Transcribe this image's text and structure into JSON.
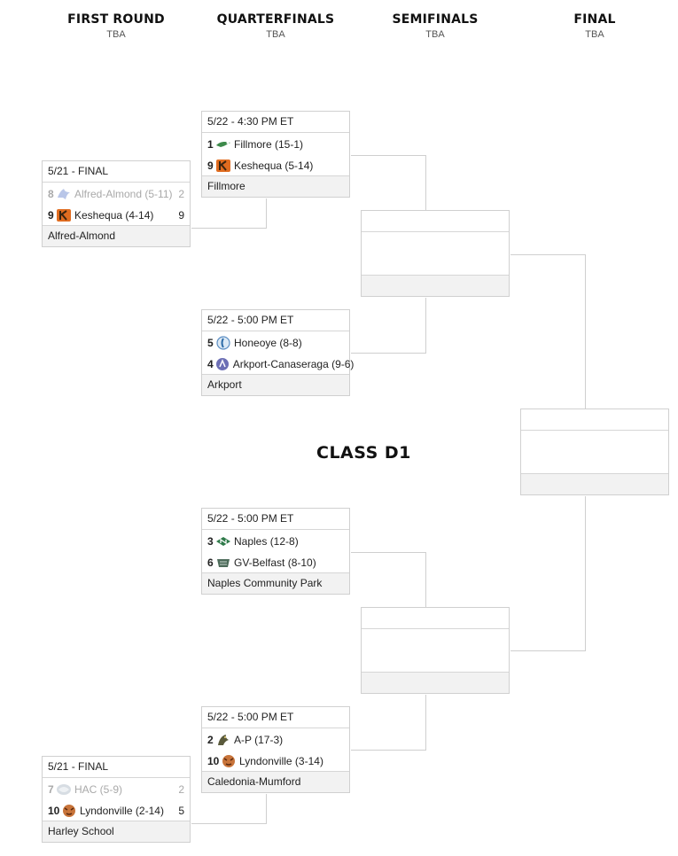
{
  "rounds": [
    {
      "title": "FIRST ROUND",
      "date": "TBA"
    },
    {
      "title": "QUARTERFINALS",
      "date": "TBA"
    },
    {
      "title": "SEMIFINALS",
      "date": "TBA"
    },
    {
      "title": "FINAL",
      "date": "TBA"
    }
  ],
  "bracket_title": "CLASS D1",
  "colors": {
    "line": "#cfcfcf",
    "footer_bg": "#f2f2f2",
    "loser_text": "#a9a9a9"
  },
  "first_round": [
    {
      "status": "5/21 - FINAL",
      "teams": [
        {
          "seed": "8",
          "name": "Alfred-Almond (5-11)",
          "score": "2",
          "logo": "eagle-logo-icon"
        },
        {
          "seed": "9",
          "name": "Keshequa (4-14)",
          "score": "9",
          "logo": "k-logo-icon"
        }
      ],
      "venue": "Alfred-Almond"
    },
    {
      "status": "5/21 - FINAL",
      "teams": [
        {
          "seed": "7",
          "name": "HAC (5-9)",
          "score": "2",
          "logo": "hac-logo-icon"
        },
        {
          "seed": "10",
          "name": "Lyndonville (2-14)",
          "score": "5",
          "logo": "tiger-logo-icon"
        }
      ],
      "venue": "Harley School"
    }
  ],
  "quarterfinals": [
    {
      "status": "5/22 - 4:30 PM ET",
      "teams": [
        {
          "seed": "1",
          "name": "Fillmore (15-1)",
          "logo": "eagle-green-logo-icon"
        },
        {
          "seed": "9",
          "name": "Keshequa (5-14)",
          "logo": "k-logo-icon"
        }
      ],
      "venue": "Fillmore"
    },
    {
      "status": "5/22 - 5:00 PM ET",
      "teams": [
        {
          "seed": "5",
          "name": "Honeoye (8-8)",
          "logo": "h-logo-icon"
        },
        {
          "seed": "4",
          "name": "Arkport-Canaseraga (9-6)",
          "logo": "ac-logo-icon"
        }
      ],
      "venue": "Arkport"
    },
    {
      "status": "5/22 - 5:00 PM ET",
      "teams": [
        {
          "seed": "3",
          "name": "Naples (12-8)",
          "logo": "n-logo-icon"
        },
        {
          "seed": "6",
          "name": "GV-Belfast (8-10)",
          "logo": "gv-logo-icon"
        }
      ],
      "venue": "Naples Community Park"
    },
    {
      "status": "5/22 - 5:00 PM ET",
      "teams": [
        {
          "seed": "2",
          "name": "A-P (17-3)",
          "logo": "ap-logo-icon"
        },
        {
          "seed": "10",
          "name": "Lyndonville (3-14)",
          "logo": "tiger-logo-icon"
        }
      ],
      "venue": "Caledonia-Mumford"
    }
  ]
}
